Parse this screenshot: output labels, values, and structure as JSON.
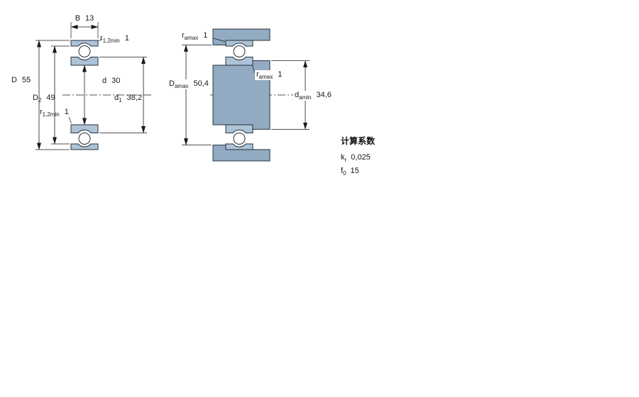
{
  "colors": {
    "bearing_fill": "#aec3d6",
    "abutment_fill": "#92abc2",
    "ball_fill": "#ffffff",
    "line": "#1a1a1a"
  },
  "left_view": {
    "B": {
      "sym": "B",
      "val": "13"
    },
    "r_top": {
      "sym": "r",
      "sub": "1,2min",
      "val": "1"
    },
    "D": {
      "sym": "D",
      "val": "55"
    },
    "d": {
      "sym": "d",
      "val": "30"
    },
    "D2": {
      "sym": "D",
      "sub": "2",
      "val": "49"
    },
    "d1": {
      "sym": "d",
      "sub": "1",
      "val": "38,2"
    },
    "r_bottom": {
      "sym": "r",
      "sub": "1,2min",
      "val": "1"
    }
  },
  "right_view": {
    "r_a_top": {
      "sym": "r",
      "sub": "amax",
      "val": "1"
    },
    "r_a_mid": {
      "sym": "r",
      "sub": "amax",
      "val": "1"
    },
    "D_a": {
      "sym": "D",
      "sub": "amax",
      "val": "50,4"
    },
    "d_a": {
      "sym": "d",
      "sub": "amin",
      "val": "34,6"
    }
  },
  "calc_factors": {
    "title": "计算系数",
    "rows": [
      {
        "sym": "k",
        "sub": "r",
        "val": "0,025"
      },
      {
        "sym": "f",
        "sub": "0",
        "val": "15"
      }
    ]
  }
}
